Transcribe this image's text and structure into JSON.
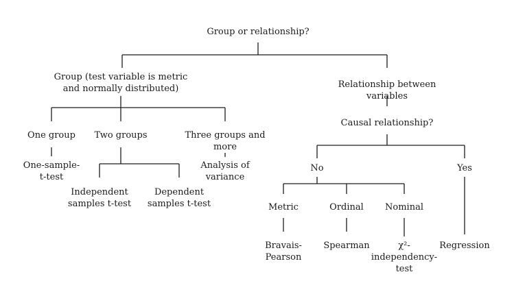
{
  "diagram": {
    "root": "Group or relationship?",
    "group_branch": {
      "label": "Group (test variable is metric\nand normally distributed)",
      "one_group": "One group",
      "one_group_test": "One-sample-\nt-test",
      "two_groups": "Two groups",
      "independent": "Independent\nsamples t-test",
      "dependent": "Dependent\nsamples t-test",
      "three_groups": "Three groups and\nmore",
      "three_groups_test": "Analysis of\nvariance"
    },
    "relationship_branch": {
      "label": "Relationship between variables",
      "causal": "Causal relationship?",
      "no": "No",
      "yes": "Yes",
      "metric": "Metric",
      "ordinal": "Ordinal",
      "nominal": "Nominal",
      "metric_test": "Bravais-\nPearson",
      "ordinal_test": "Spearman",
      "nominal_test": "χ²-\nindependency-\ntest",
      "yes_test": "Regression"
    }
  }
}
